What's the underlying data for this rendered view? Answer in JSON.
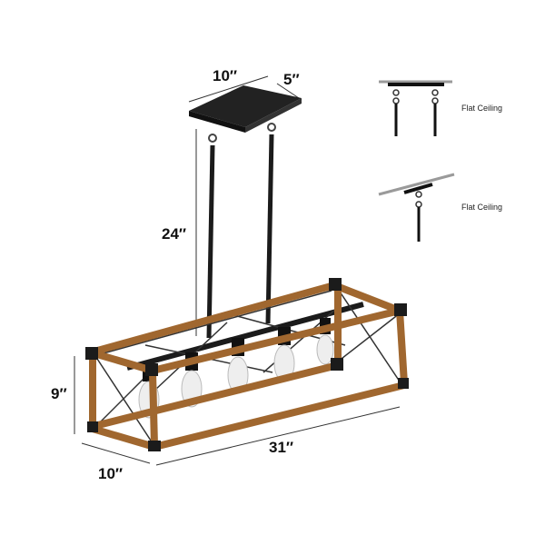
{
  "dimensions": {
    "canopy_length": "10″",
    "canopy_width": "5″",
    "rod_height": "24″",
    "fixture_height": "9″",
    "fixture_width": "10″",
    "fixture_length": "31″"
  },
  "mounting_options": [
    {
      "label": "Flat Ceiling"
    },
    {
      "label": "Flat Ceiling"
    }
  ],
  "colors": {
    "wood": "#a0672f",
    "metal": "#1b1b1b",
    "ceiling": "#9a9a9a"
  }
}
